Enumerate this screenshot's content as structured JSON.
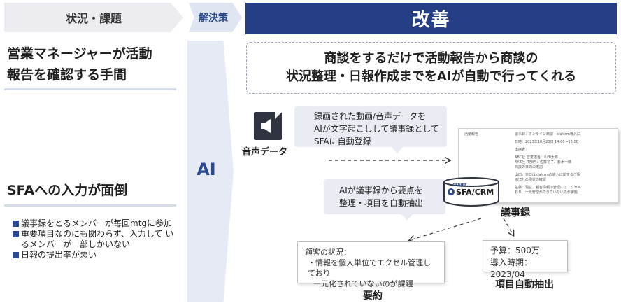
{
  "header": {
    "left": "状況・課題",
    "middle": "解決策",
    "right": "改善"
  },
  "problems": [
    {
      "title_lines": [
        "営業マネージャーが活動",
        "報告を確認する手間"
      ]
    },
    {
      "title_lines": [
        "SFAへの入力が面倒"
      ],
      "bullets": [
        "議事録をとるメンバーが毎回mtgに参加",
        "重要項目なのにも関わらず、入力して いるメンバーが一部しかいない",
        "日報の提出率が悪い"
      ]
    }
  ],
  "solution": {
    "label": "AI"
  },
  "summary": {
    "lines": [
      "商談をするだけで活動報告から商談の",
      "状況整理・日報作成までをAIが自動で行ってくれる"
    ]
  },
  "flow": {
    "audio": {
      "icon": "speaker-icon",
      "label": "音声データ"
    },
    "bubble1": [
      "録画された動画/音声データを",
      "AIが文字起こしして議事録として",
      "SFAに自動登録"
    ],
    "bubble2": [
      "AIが議事録から要点を",
      "整理・項目を自動抽出"
    ],
    "document": {
      "heading": "活動報告",
      "lines": [
        "議事録：オンライン商談・sfa/crm導入に",
        "日時：2023年10月20日 14:00～15:00",
        "出席者：",
        "ABC社 営業担当：山田太郎",
        "XYZ社 IT部門：佐藤花子、鈴木一郎",
        "商談の目的の確認",
        "山田：本日はsfa/crmの導入に関するご相",
        "XYZ社の現状の確認",
        "佐藤：現在、顧客情報の管理にはエクセル",
        "おり、一元管理ができていないのが課題"
      ],
      "badge": {
        "brand": "GENIEE",
        "text": "SFA/CRM"
      },
      "caption": "議事録"
    },
    "summary_output": {
      "lines": [
        "顧客の状況：",
        "・情報を個人単位でエクセル管理しており",
        "一元化されていないのが課題"
      ],
      "caption": "要約"
    },
    "extract_output": {
      "lines": [
        "予算：500万",
        "導入時期：2023/04"
      ],
      "caption": "項目自動抽出"
    }
  },
  "colors": {
    "navy": "#253e86",
    "accent": "#2c4a94",
    "panel": "#ededf1",
    "bubble": "#e9ecf3"
  }
}
